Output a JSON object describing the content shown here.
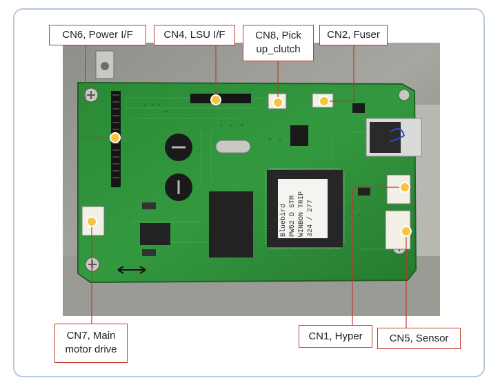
{
  "labels": {
    "cn6": "CN6, Power I/F",
    "cn4": "CN4, LSU I/F",
    "cn8_line1": "CN8, Pick",
    "cn8_line2": "up_clutch",
    "cn2": "CN2, Fuser",
    "cn7_line1": "CN7, Main",
    "cn7_line2": "motor drive",
    "cn1": "CN1, Hyper",
    "cn5": "CN5, Sensor"
  },
  "chip_text": [
    "Bluebird",
    "PW52 D STM",
    "WINBON TRIP",
    "324 / 277"
  ],
  "colors": {
    "frame": "#b7c9da",
    "callout_border": "#c0392b",
    "marker": "#f5c542",
    "board": "#2f8f3a"
  }
}
